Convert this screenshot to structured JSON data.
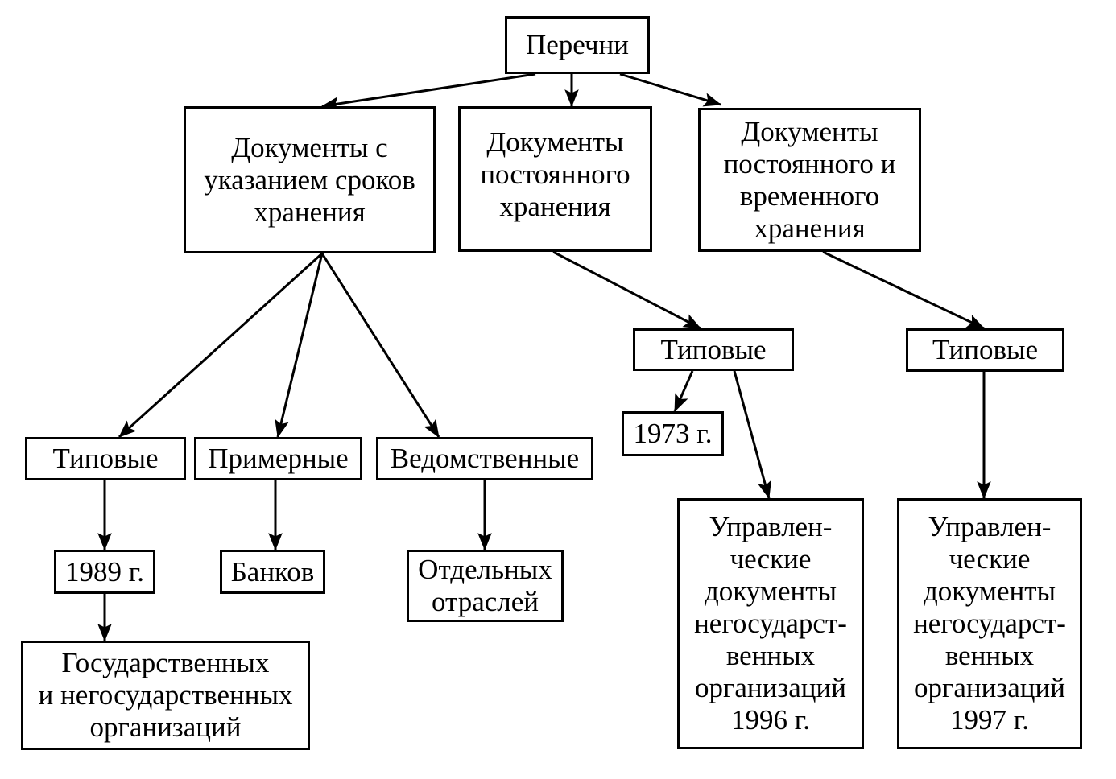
{
  "diagram": {
    "nodes": {
      "root": "Перечни",
      "left": "Документы с\nуказанием сроков\nхранения",
      "middle": "Документы\nпостоянного\nхранения",
      "right": "Документы\nпостоянного и\nвременного\nхранения",
      "left_typical": "Типовые",
      "left_sample": "Примерные",
      "left_departmental": "Ведомственные",
      "left_typical_year": "1989 г.",
      "left_typical_scope": "Государственных\nи негосударственных\nорганизаций",
      "left_sample_scope": "Банков",
      "left_departmental_scope": "Отдельных\nотраслей",
      "middle_typical": "Типовые",
      "middle_typical_1973": "1973 г.",
      "middle_typical_1996": "Управлен-\nческие\nдокументы\nнегосударст-\nвенных\nорганизаций\n1996 г.",
      "right_typical": "Типовые",
      "right_typical_1997": "Управлен-\nческие\nдокументы\nнегосударст-\nвенных\nорганизаций\n1997 г."
    }
  }
}
